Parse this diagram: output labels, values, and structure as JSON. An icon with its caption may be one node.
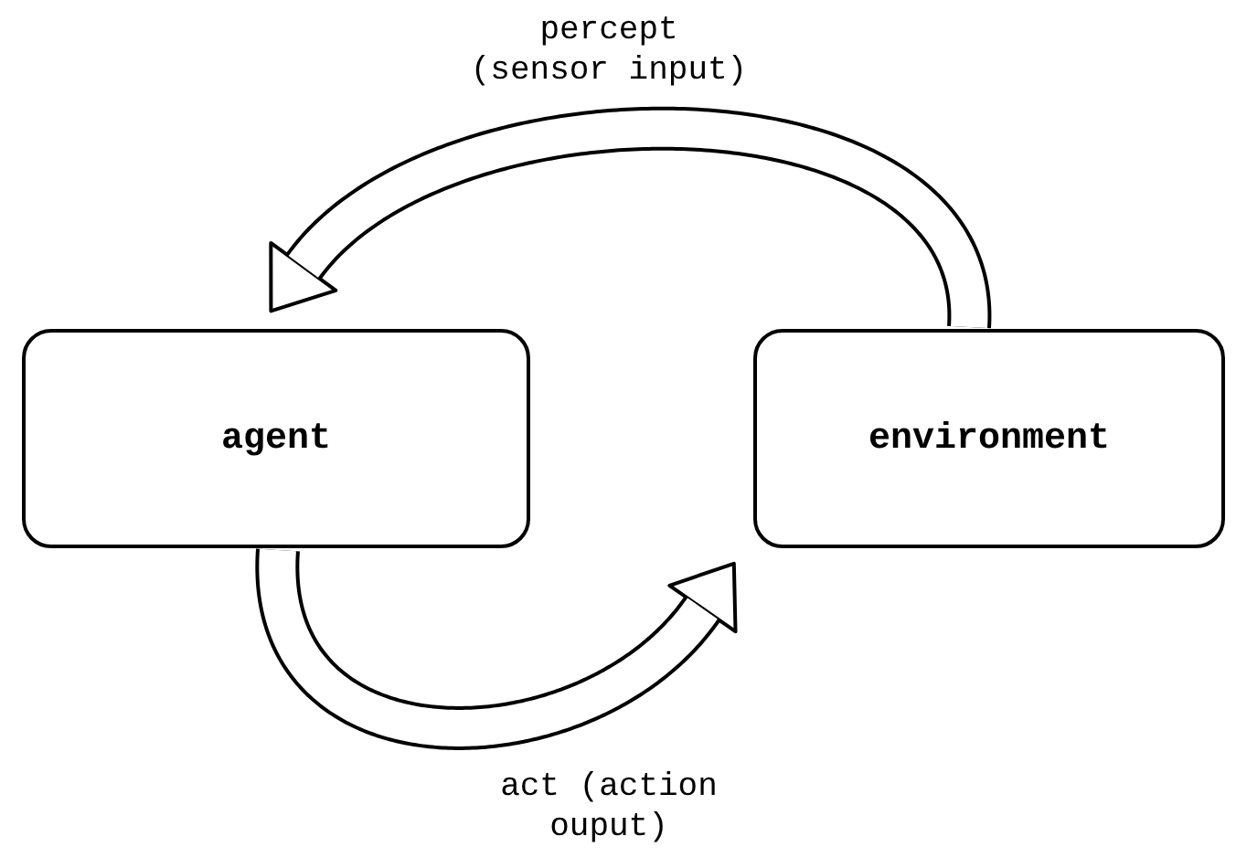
{
  "diagram": {
    "nodes": [
      {
        "text": [
          "agent"
        ]
      },
      {
        "text": [
          "environment"
        ]
      }
    ],
    "edges": [
      {
        "from": 1,
        "to": 0,
        "arrow": "to",
        "label": "percept (sensor input)"
      },
      {
        "from": 0,
        "to": 1,
        "arrow": "to",
        "label": "act (action ouput)"
      }
    ]
  }
}
